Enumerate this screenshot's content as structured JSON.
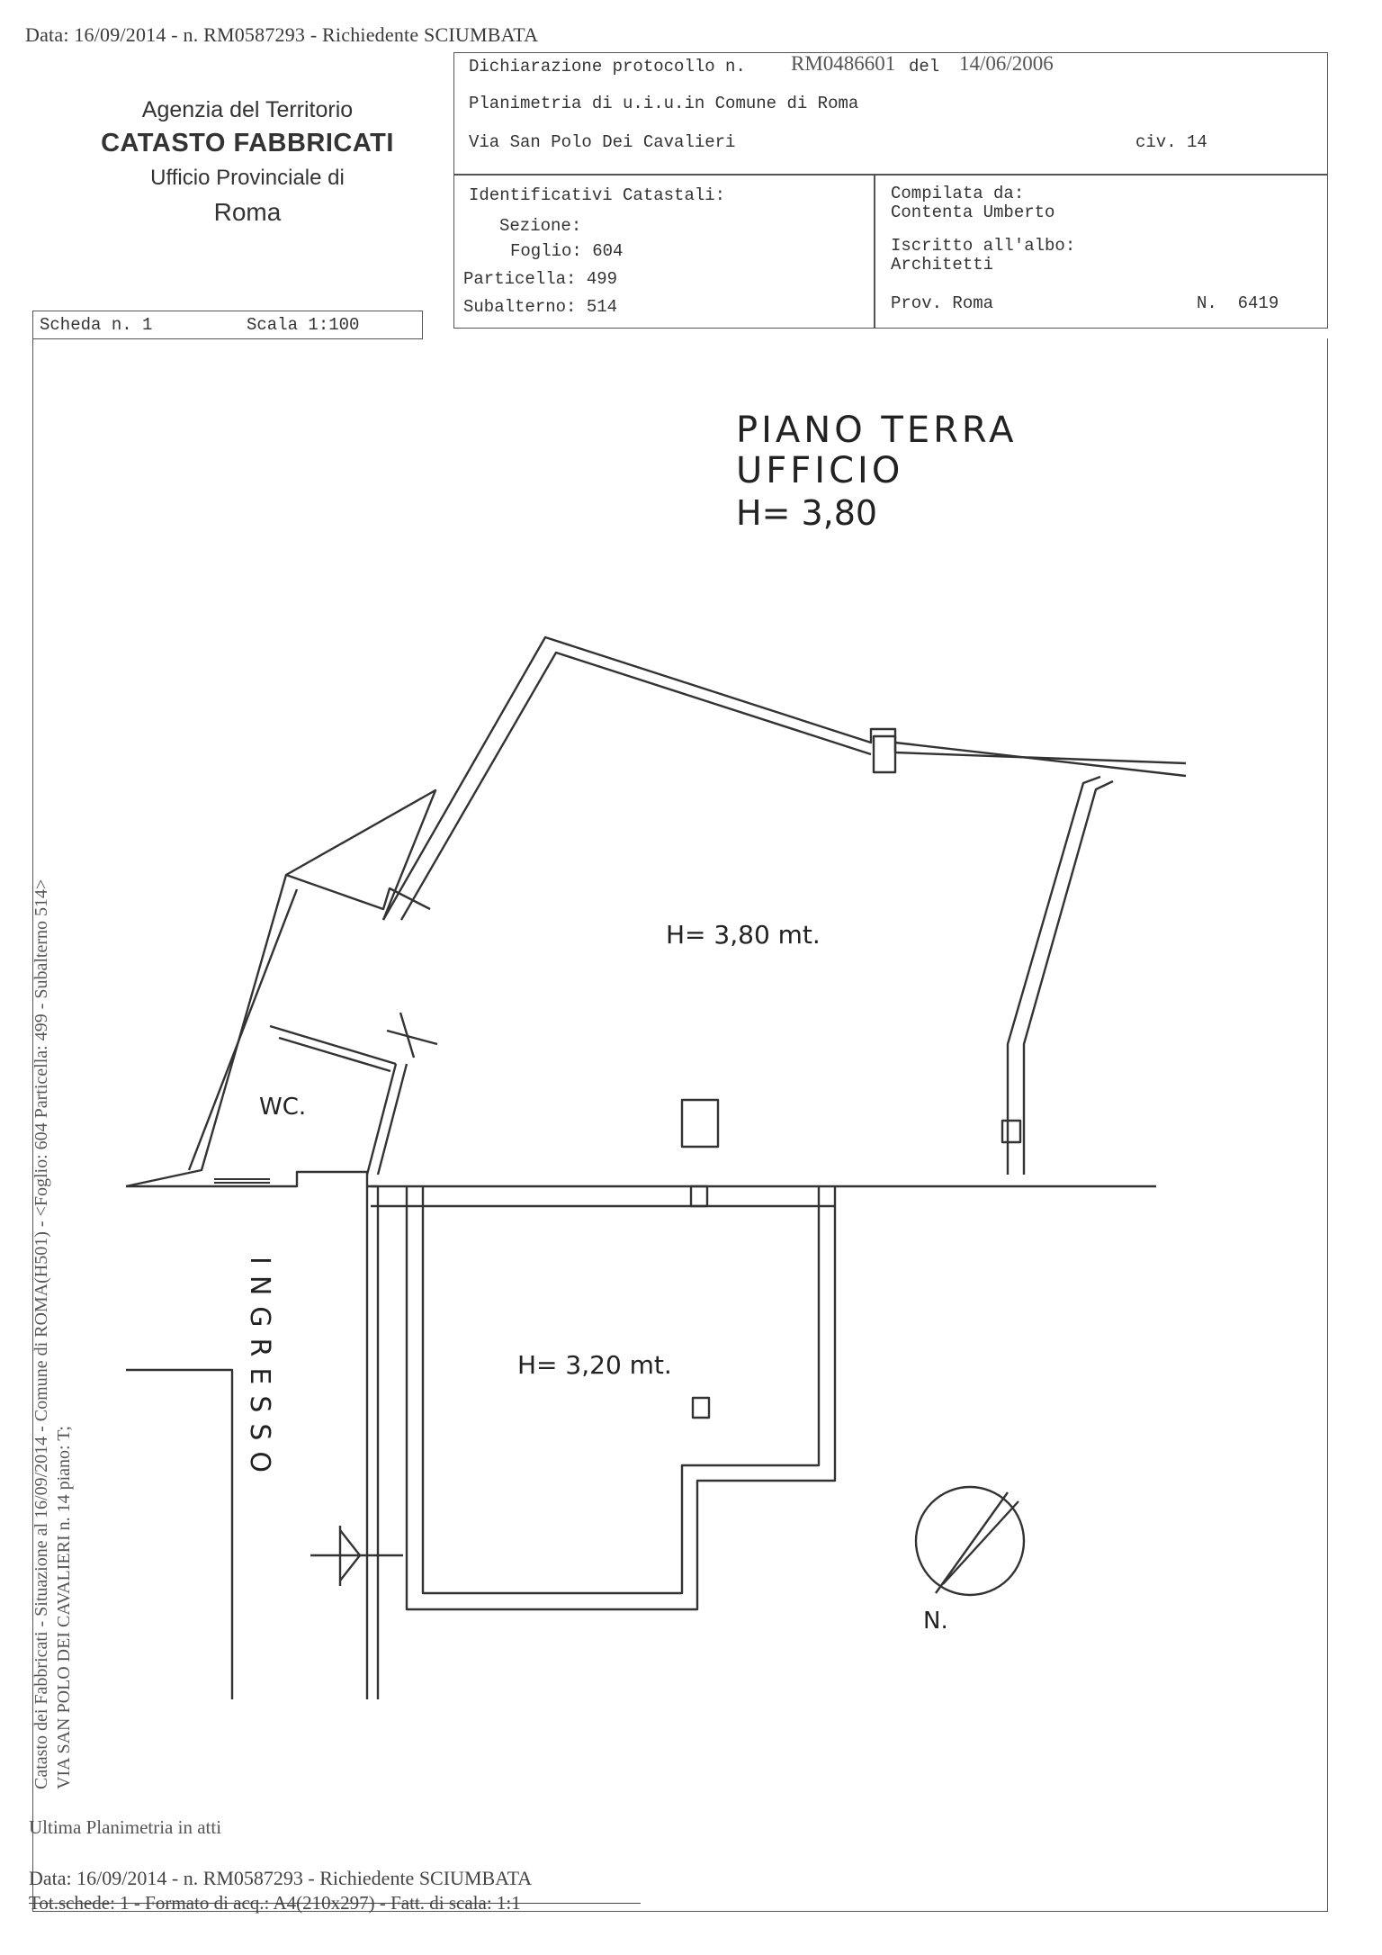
{
  "header": {
    "top_line": "Data: 16/09/2014 -  n. RM0587293 - Richiedente SCIUMBATA"
  },
  "agency": {
    "line1": "Agenzia del Territorio",
    "line2": "CATASTO FABBRICATI",
    "line3": "Ufficio Provinciale di",
    "line4": "Roma"
  },
  "declaration": {
    "protocol_label": "Dichiarazione protocollo n.",
    "protocol_number": "RM0486601",
    "del_label": "del",
    "date": "14/06/2006",
    "planimetria": "Planimetria di u.i.u.in Comune di Roma",
    "address": "Via San Polo Dei Cavalieri",
    "civico": "civ. 14"
  },
  "identifiers": {
    "heading": "Identificativi Catastali:",
    "sezione": "Sezione:",
    "foglio": "Foglio: 604",
    "particella": "Particella: 499",
    "subalterno": "Subalterno: 514"
  },
  "compiled": {
    "label": "Compilata da:",
    "name": "Contenta Umberto",
    "albo_label": "Iscritto all'albo:",
    "albo": "Architetti",
    "prov": "Prov. Roma",
    "number": "N.  6419"
  },
  "scheda": {
    "scheda": "Scheda n. 1",
    "scala": "Scala 1:100"
  },
  "plan": {
    "title_line1": "PIANO TERRA",
    "title_line2": "UFFICIO",
    "title_line3": "H= 3,80",
    "room_main": "H= 3,80 mt.",
    "room_lower": "H= 3,20 mt.",
    "wc": "WC.",
    "ingresso": "INGRESSO",
    "north": "N."
  },
  "side_text": {
    "line1": "Catasto dei Fabbricati - Situazione al 16/09/2014 - Comune di ROMA(H501) - <Foglio: 604 Particella: 499 - Subalterno 514>",
    "line2": "VIA SAN POLO DEI CAVALIERI n. 14 piano: T;"
  },
  "footer": {
    "last_plan": "Ultima Planimetria in atti",
    "data_line": "Data: 16/09/2014 -  n. RM0587293 - Richiedente SCIUMBATA",
    "tot_line": "Tot.schede: 1 - Formato di acq.: A4(210x297) - Fatt. di scala: 1:1"
  }
}
